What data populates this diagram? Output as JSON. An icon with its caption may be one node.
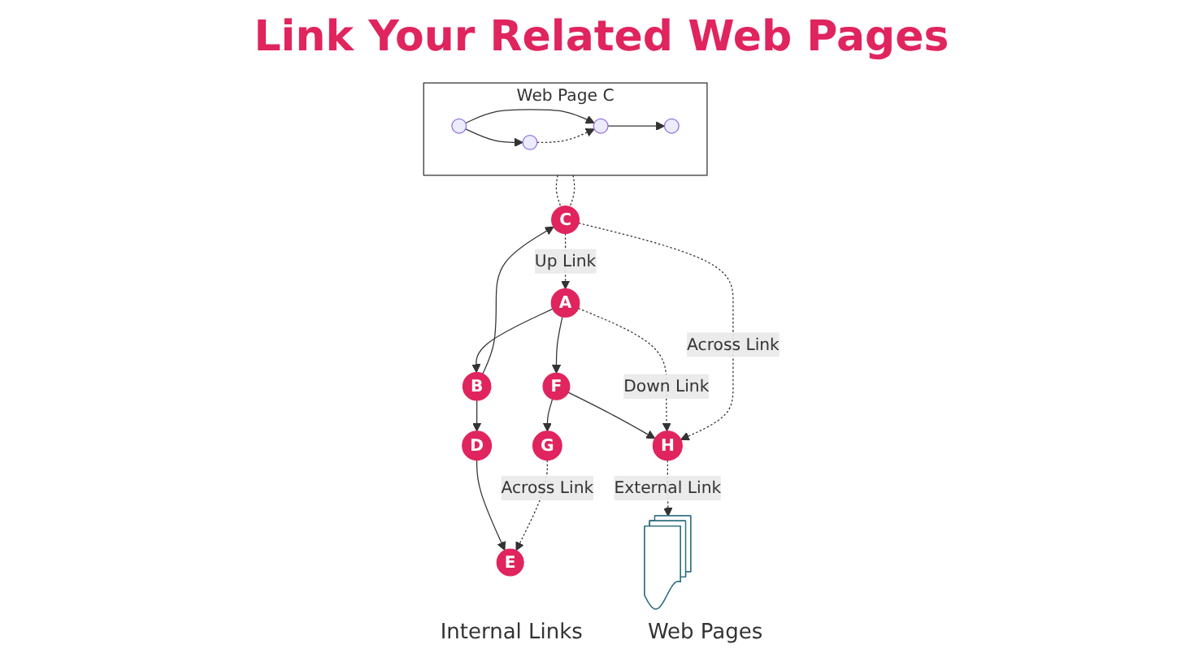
{
  "diagram": {
    "title": "Link Your Related Web Pages",
    "nodes": [
      {
        "text": [
          "Web Page C"
        ]
      },
      {
        "text": [],
        "shape": "circle",
        "in": 0
      },
      {
        "text": [],
        "shape": "circle",
        "in": 0
      },
      {
        "text": [],
        "shape": "circle",
        "in": 0
      },
      {
        "text": [],
        "shape": "circle",
        "in": 0
      },
      {
        "text": [
          "A"
        ]
      },
      {
        "text": [
          "B"
        ]
      },
      {
        "text": [
          "F"
        ]
      },
      {
        "text": [
          "C"
        ]
      },
      {
        "text": [
          "D"
        ]
      },
      {
        "text": [
          "G"
        ]
      },
      {
        "text": [
          "H"
        ]
      },
      {
        "text": [
          "E"
        ]
      },
      {
        "text": [],
        "shape": "picture"
      }
    ],
    "edges": [
      {
        "from": 1,
        "to": 2,
        "arrow": "to"
      },
      {
        "from": 1,
        "to": 3,
        "arrow": "to"
      },
      {
        "from": 2,
        "to": 3,
        "arrow": "to",
        "style": "dashed"
      },
      {
        "from": 3,
        "to": 4,
        "arrow": "to"
      },
      {
        "from": 0,
        "to": 8,
        "arrow": "none",
        "style": "dashed"
      },
      {
        "from": 0,
        "to": 8,
        "arrow": "none",
        "style": "dashed"
      },
      {
        "from": 5,
        "to": 6,
        "arrow": "to"
      },
      {
        "from": 5,
        "to": 7,
        "arrow": "to"
      },
      {
        "from": 6,
        "to": 8,
        "arrow": "to"
      },
      {
        "from": 6,
        "to": 9,
        "arrow": "to"
      },
      {
        "from": 7,
        "to": 10,
        "arrow": "to"
      },
      {
        "from": 7,
        "to": 11,
        "arrow": "to"
      },
      {
        "from": 9,
        "to": 12,
        "arrow": "to"
      },
      {
        "from": 8,
        "to": 5,
        "arrow": "to",
        "style": "dashed",
        "label": "Up Link"
      },
      {
        "from": 5,
        "to": 11,
        "arrow": "to",
        "style": "dashed",
        "label": "Down Link"
      },
      {
        "from": 10,
        "to": 12,
        "arrow": "to",
        "style": "dashed",
        "label": "Across Link"
      },
      {
        "from": 8,
        "to": 11,
        "arrow": "to",
        "style": "dashed",
        "label": "Across Link"
      },
      {
        "from": 11,
        "to": 13,
        "arrow": "to",
        "style": "dashed",
        "label": "External Link"
      }
    ],
    "labels": [
      "Internal Links",
      "Web Pages"
    ]
  }
}
